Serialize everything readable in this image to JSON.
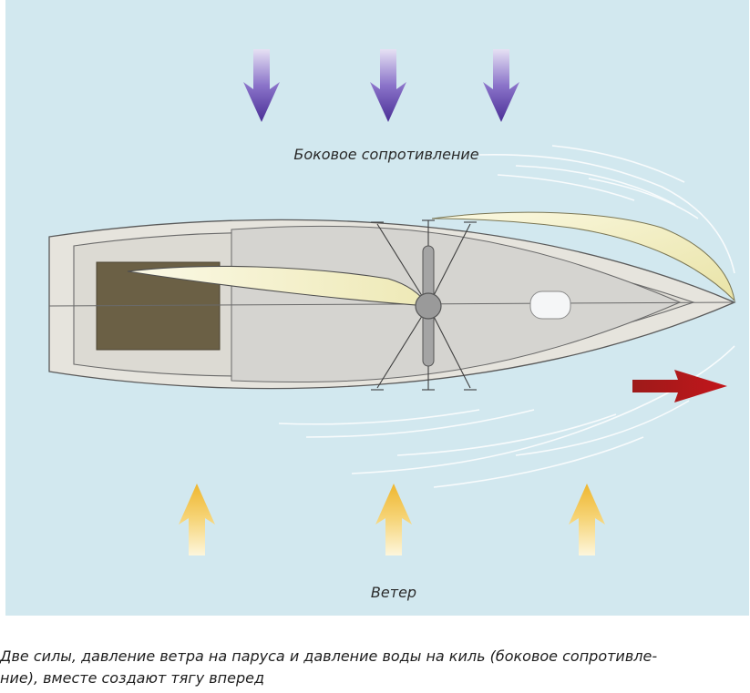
{
  "diagram": {
    "label_top": "Боковое сопротивление",
    "label_bottom": "Ветер",
    "colors": {
      "water": "#d2e8ef",
      "hull": "#e6e4dd",
      "deck": "#d7d6d2",
      "cockpit": "#6b6045",
      "sail": "#f3f0cc",
      "resistance_arrow": "#5a3fa6",
      "wind_arrow": "#f0c23c",
      "thrust_arrow": "#b2161c"
    },
    "icons": {
      "resistance": "arrow-down-icon",
      "wind": "arrow-up-icon",
      "thrust": "arrow-right-icon"
    }
  },
  "caption": {
    "line1": "Две силы, давление ветра на паруса и давление воды на киль (боковое сопротивле-",
    "line2": "ние), вместе создают тягу вперед"
  }
}
